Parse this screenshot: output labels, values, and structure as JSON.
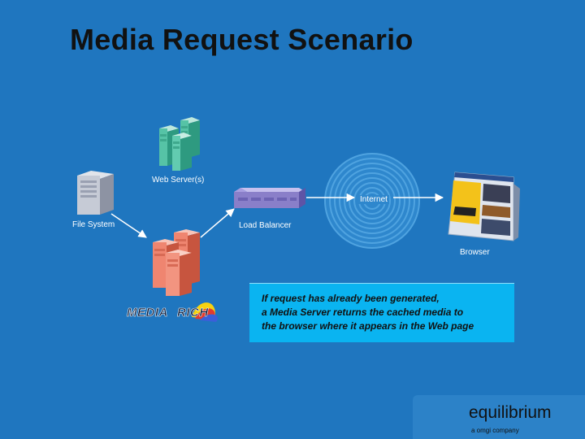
{
  "slide": {
    "title": "Media Request Scenario"
  },
  "diagram": {
    "labels": {
      "web_servers": "Web Server(s)",
      "file_system": "File System",
      "load_balancer": "Load Balancer",
      "internet": "Internet",
      "browser": "Browser"
    },
    "logo_text": "MEDIARICH"
  },
  "callout": {
    "lines": [
      "If request has already been generated,",
      "a Media Server returns the cached media to",
      "the browser where it appears in the Web page"
    ]
  },
  "footer": {
    "brand": "equilibrium",
    "tagline": "a omgi company"
  },
  "colors": {
    "background": "#1f76bf",
    "callout": "#0ab4f1",
    "server_green": "#56c3a6",
    "server_red": "#ef8570",
    "balancer_purple": "#8a7fc9"
  }
}
